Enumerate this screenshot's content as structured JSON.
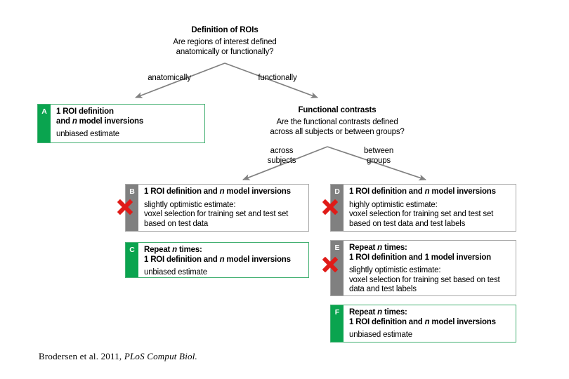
{
  "figure": {
    "citation_prefix": "Brodersen et al. 2011, ",
    "citation_italic": "PLoS Comput Biol."
  },
  "colors": {
    "green": "#0aa44f",
    "green_border": "#44b072",
    "gray": "#808080",
    "gray_border": "#a8a8a8",
    "red_x": "#e01b18",
    "arrow": "#808080"
  },
  "decisions": [
    {
      "id": "definition-of-rois",
      "title": "Definition of ROIs",
      "question_line1": "Are regions of interest defined",
      "question_line2": "anatomically or functionally?",
      "branch_left": "anatomically",
      "branch_right": "functionally"
    },
    {
      "id": "functional-contrasts",
      "title": "Functional contrasts",
      "question_line1": "Are the functional contrasts defined",
      "question_line2": "across all subjects or between groups?",
      "branch_left_line1": "across",
      "branch_left_line2": "subjects",
      "branch_right_line1": "between",
      "branch_right_line2": "groups"
    }
  ],
  "boxes": [
    {
      "letter": "A",
      "style": "green",
      "invalid": false,
      "head_lines": [
        "1 ROI definition",
        "and n model inversions"
      ],
      "sub_lines": [
        "unbiased estimate"
      ]
    },
    {
      "letter": "B",
      "style": "gray",
      "invalid": true,
      "head_lines": [
        "1 ROI definition and n model inversions"
      ],
      "sub_lines": [
        "slightly optimistic estimate:",
        "voxel selection for training set and test set",
        "based on test data"
      ]
    },
    {
      "letter": "C",
      "style": "green",
      "invalid": false,
      "head_lines": [
        "Repeat n times:",
        "1 ROI definition and n model inversions"
      ],
      "sub_lines": [
        "unbiased estimate"
      ]
    },
    {
      "letter": "D",
      "style": "gray",
      "invalid": true,
      "head_lines": [
        "1 ROI definition and n model inversions"
      ],
      "sub_lines": [
        "highly optimistic estimate:",
        "voxel selection for training set and test set",
        "based on test data and test labels"
      ]
    },
    {
      "letter": "E",
      "style": "gray",
      "invalid": true,
      "head_lines": [
        "Repeat n times:",
        "1 ROI definition and 1 model inversion"
      ],
      "sub_lines": [
        "slightly optimistic estimate:",
        "voxel selection for training set based on test",
        "data and test labels"
      ]
    },
    {
      "letter": "F",
      "style": "green",
      "invalid": false,
      "head_lines": [
        "Repeat n times:",
        "1 ROI definition and n model inversions"
      ],
      "sub_lines": [
        "unbiased estimate"
      ]
    }
  ]
}
